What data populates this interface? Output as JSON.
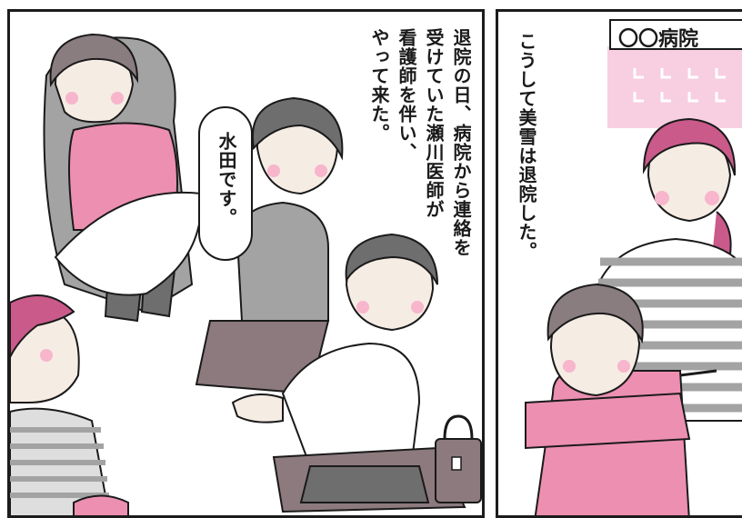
{
  "panel_left": {
    "narration_lines": [
      "退院の日、病院から連絡を",
      "受けていた瀬川医師が",
      "看護師を伴い、",
      "やって来た。"
    ],
    "speech": "水田です。"
  },
  "panel_right": {
    "narration": "こうして美雪は退院した。",
    "sign": "〇〇病院"
  },
  "colors": {
    "pink": "#ec8fb1",
    "light_pink": "#f7cfe0",
    "gray": "#a3a3a3",
    "dark_gray": "#6e6e6e",
    "mauve": "#8c7a7e",
    "outline": "#1a1a1a"
  }
}
